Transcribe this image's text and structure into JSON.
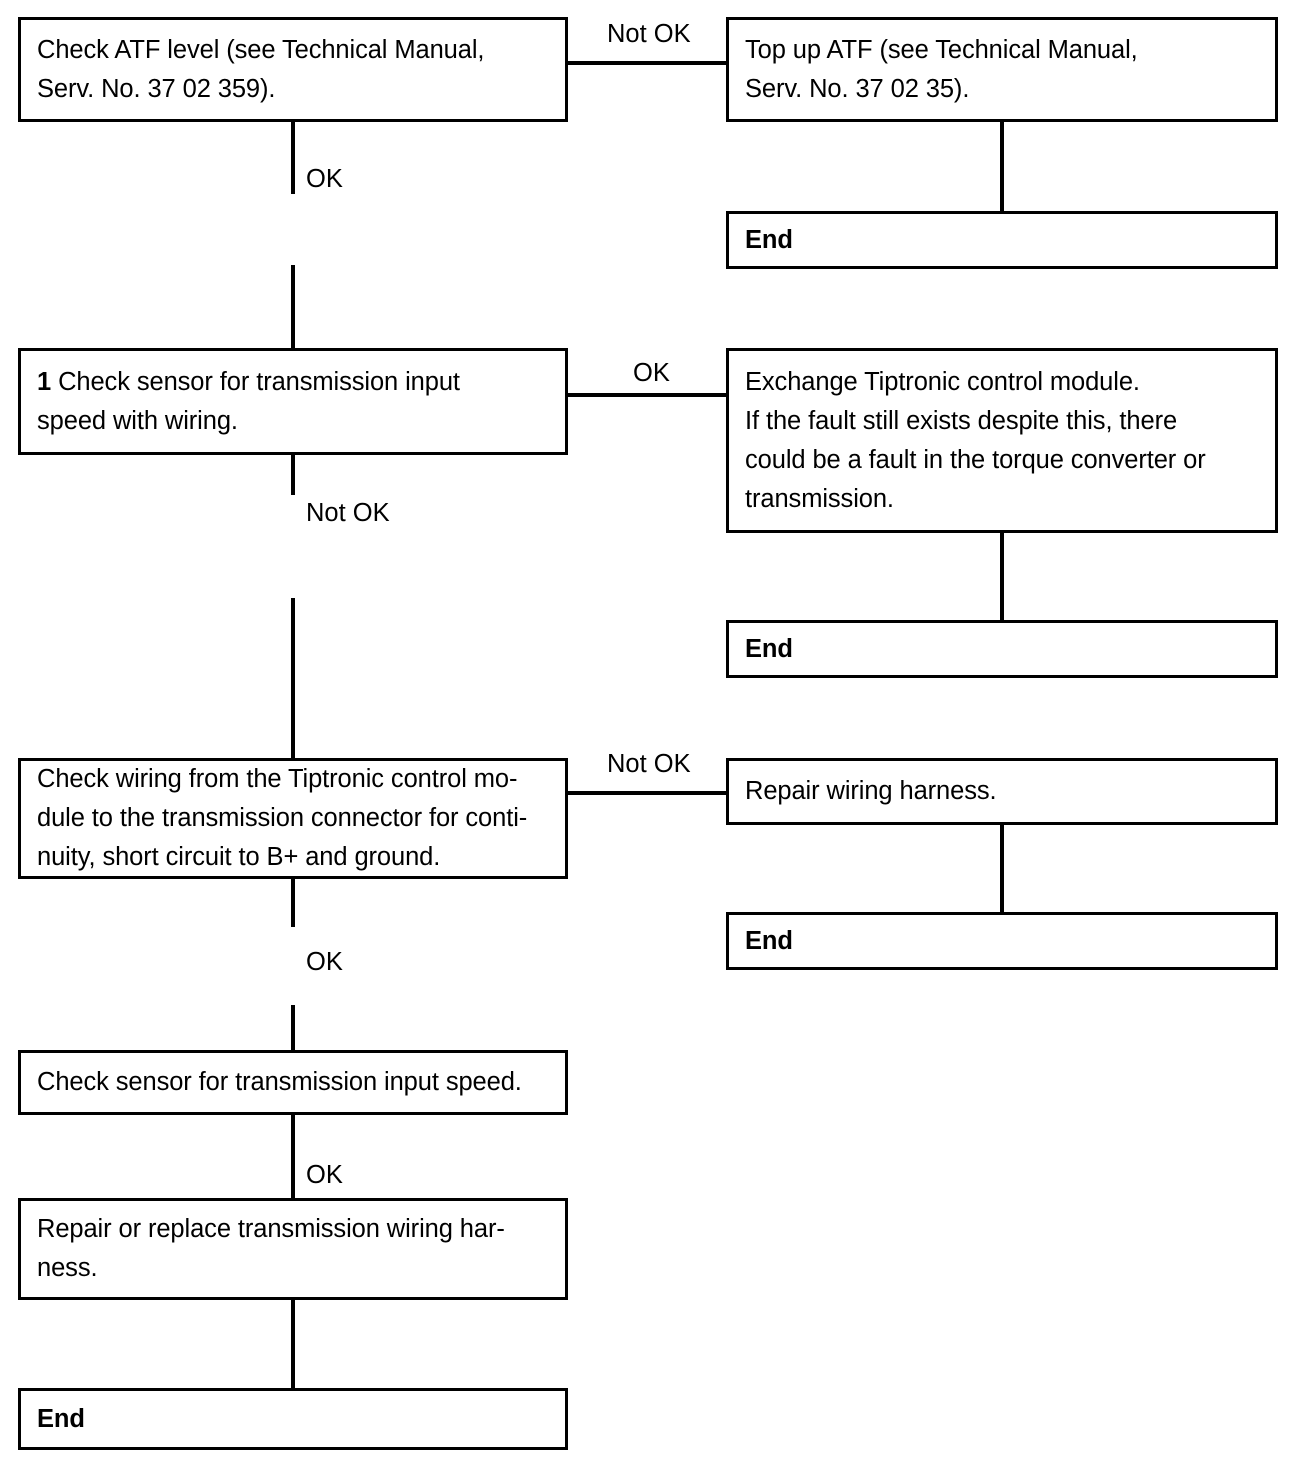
{
  "diagram": {
    "title": "ATF / Tiptronic transmission input speed sensor diagnostic flowchart",
    "colors": {
      "stroke": "#000000",
      "background": "#ffffff",
      "text": "#000000"
    },
    "nodes": {
      "check_atf_level": {
        "lines": [
          "Check ATF level (see Technical Manual,",
          "Serv. No. 37 02 359)."
        ]
      },
      "top_up_atf": {
        "lines": [
          "Top up ATF (see Technical Manual,",
          "Serv. No. 37 02 35)."
        ]
      },
      "end_1": {
        "lines": [
          "End"
        ]
      },
      "check_sensor_with_wiring": {
        "prefix": "1",
        "lines": [
          "Check sensor for transmission input",
          "speed with wiring."
        ]
      },
      "exchange_tiptronic": {
        "lines": [
          "Exchange Tiptronic control module.",
          "If the fault still exists despite this, there",
          "could be a fault in the torque converter or",
          "transmission."
        ]
      },
      "end_2": {
        "lines": [
          "End"
        ]
      },
      "check_wiring_continuity": {
        "lines": [
          "Check wiring from the Tiptronic control mo-",
          "dule to the transmission connector for conti-",
          "nuity, short circuit to B+ and ground."
        ]
      },
      "repair_wiring_harness": {
        "lines": [
          "Repair wiring harness."
        ]
      },
      "end_3": {
        "lines": [
          "End"
        ]
      },
      "check_sensor_input_speed": {
        "lines": [
          "Check sensor for transmission input speed."
        ]
      },
      "repair_replace_harness": {
        "lines": [
          "Repair or replace transmission wiring har-",
          "ness."
        ]
      },
      "end_4": {
        "lines": [
          "End"
        ]
      }
    },
    "edge_labels": {
      "atf_not_ok": "Not OK",
      "atf_ok": "OK",
      "sensor_ok": "OK",
      "sensor_not_ok": "Not OK",
      "wiring_not_ok": "Not OK",
      "wiring_ok": "OK",
      "input_speed_ok": "OK"
    }
  }
}
